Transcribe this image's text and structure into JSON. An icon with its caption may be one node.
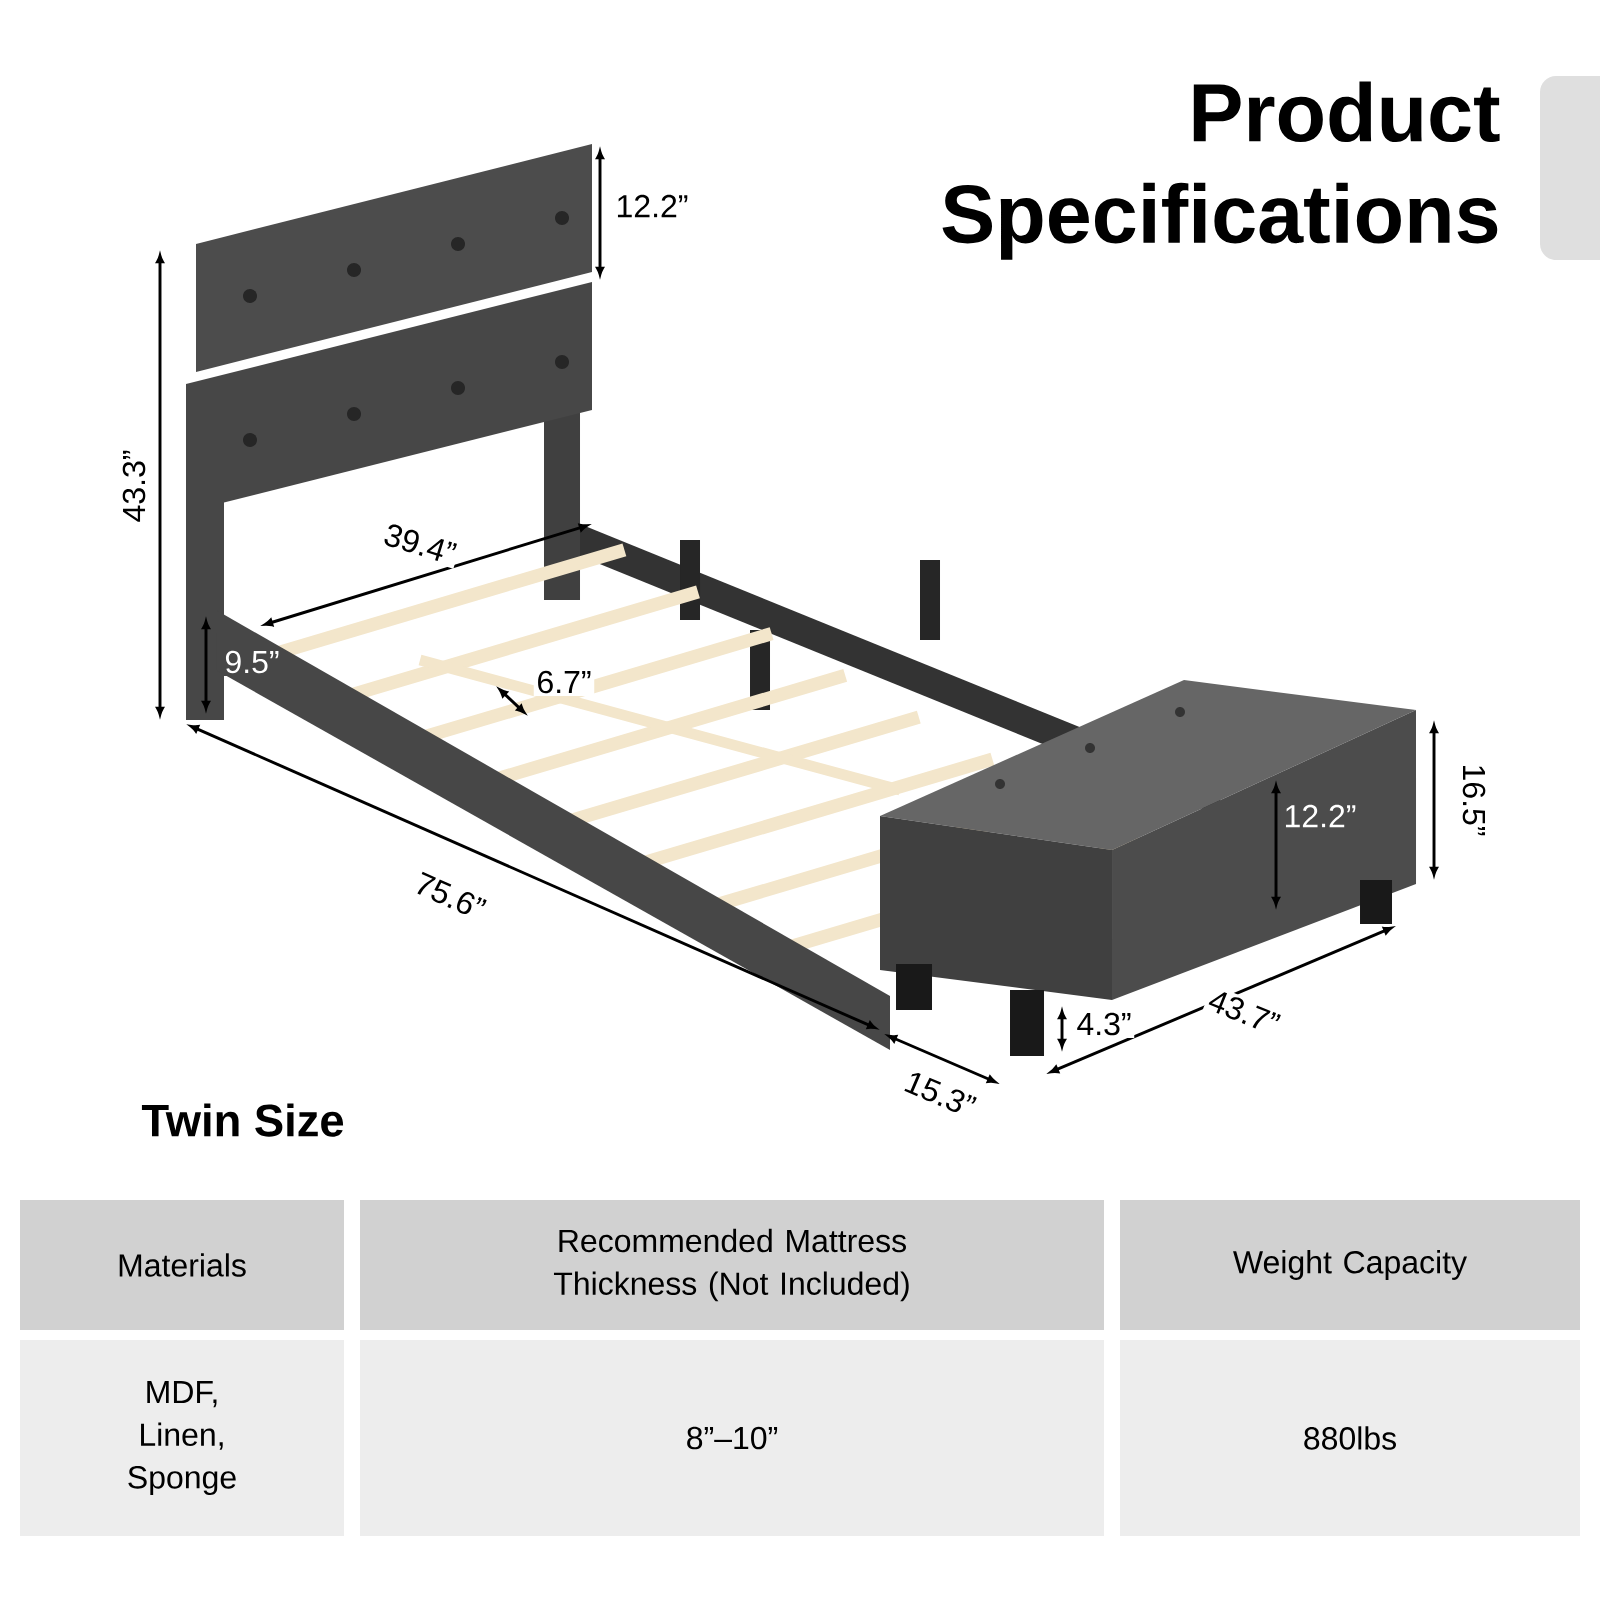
{
  "diagram": {
    "title": "Product Specifications",
    "nodes": [
      {
        "text": [],
        "shape": "bar"
      }
    ],
    "labels": [
      "12.2”",
      "43.3”",
      "39.4”",
      "9.5”",
      "6.7”",
      "16.5”",
      "12.2”",
      "75.6”",
      "4.3”",
      "43.7”",
      "15.3”",
      "Twin Size",
      "Materials",
      "Recommended Mattress Thickness (Not Included)",
      "Weight Capacity",
      "MDF, Linen, Sponge",
      "8”–10”",
      "880lbs"
    ]
  }
}
